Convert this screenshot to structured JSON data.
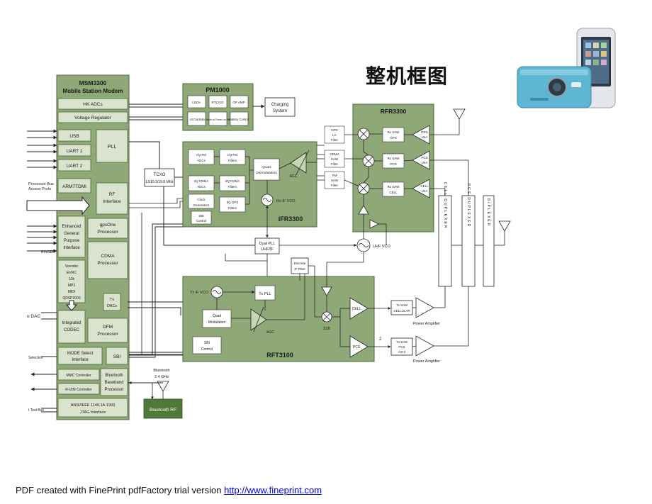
{
  "page_title": "整机框图",
  "footer": {
    "text": "PDF created with FinePrint pdfFactory trial version ",
    "link": "http://www.fineprint.com"
  },
  "msm": {
    "title1": "MSM3300",
    "title2": "Mobile Station Modem",
    "hk_adcs": "HK ADCs",
    "voltage_regulator": "Voltage Regulator",
    "usb": "USB",
    "uart1": "UART 1",
    "uart2": "UART 2",
    "arm": "ARM7TDMI",
    "pll": "PLL",
    "rf_interface1": "RF",
    "rf_interface2": "Interface",
    "egpi1": "Enhanced",
    "egpi2": "General",
    "egpi3": "Purpose",
    "egpi4": "Interface",
    "gpsone1": "gpsOne",
    "gpsone2": "Processor",
    "cdma1": "CDMA",
    "cdma2": "Processor",
    "vocoder1": "Vocoder",
    "vocoder2": "EVRC",
    "vocoder3": "13k",
    "vocoder4": "MP3",
    "vocoder5": "MIDI",
    "vocoder6": "QDSP2000",
    "txdacs1": "Tx",
    "txdacs2": "DACs",
    "codec1": "Integrated",
    "codec2": "CODEC",
    "dfm1": "DFM",
    "dfm2": "Processor",
    "mode1": "MODE Select",
    "mode2": "Interface",
    "sbi": "SBI",
    "mmc": "MMC Controller",
    "rim": "R-UIM Controller",
    "bt1": "Bluetooth",
    "bt2": "Baseband",
    "bt3": "Processor",
    "jtag1": "ANSI/IEEE 1149.1A-1993",
    "jtag2": "JTAG Interface",
    "ext_processor1": "Processor Bus",
    "ext_processor2": "Access Ports",
    "ext_ringer": "RINGER",
    "ext_dac": "o DAC",
    "ext_selection": "Selection",
    "ext_testbus": "t Test Bus"
  },
  "pm": {
    "title": "PM1000",
    "ldo": "LDOs",
    "rtc": "RTC/XO",
    "opamp": "OP AMP",
    "ui": "UI Control",
    "mode": "SL Mode w/ Power-on Reset",
    "battery": "Battery Control",
    "charging1": "Charging",
    "charging2": "System"
  },
  "tcxo": {
    "label1": "TCXO",
    "label2": "13/19.2/19.8 MHz"
  },
  "ifr": {
    "title": "IFR3300",
    "iqfm_adcs1": "I/Q FM",
    "iqfm_adcs2": "ADCs",
    "iqfm_filters1": "I/Q FM",
    "iqfm_filters2": "Filters",
    "iqcdma_adcs1": "I/Q CDMA",
    "iqcdma_adcs2": "ADCs",
    "iqcdma_filters1": "I/Q CDMA",
    "iqcdma_filters2": "Filters",
    "clock1": "Clock",
    "clock2": "Generators",
    "iqgps1": "I/Q GPS",
    "iqgps2": "Filters",
    "sbi1": "SBI",
    "sbi2": "Control",
    "quad1": "Quad",
    "quad2": "Demodulation",
    "agc": "AGC",
    "rxvco": "Rx IF VCO"
  },
  "rfr": {
    "title": "RFR3300",
    "gps_lc1": "GPS",
    "gps_lc2": "LC",
    "gps_lc3": "Filter",
    "cdma_saw1": "CDMA",
    "cdma_saw2": "SAW",
    "cdma_saw3": "Filter",
    "fm_saw1": "FM",
    "fm_saw2": "SAW",
    "fm_saw3": "Filter",
    "rxsaw_gps1": "Rx SAW",
    "rxsaw_gps2": "GPS",
    "rxsaw_pcs1": "Rx SAW",
    "rxsaw_pcs2": "PCS",
    "rxsaw_cell1": "Rx SAW",
    "rxsaw_cell2": "CELL",
    "gps_lna1": "GPS",
    "gps_lna2": "LNA",
    "pcs_lna1": "PCS",
    "pcs_lna2": "LNA",
    "cell_lna1": "CELL",
    "cell_lna2": "LNA",
    "uhfvco": "UHF VCO"
  },
  "duplexers": {
    "cell": "CELL DUPLEXER",
    "pcs": "PCS DUPLEXER",
    "diplexer": "DIPLEXER"
  },
  "dualpll": {
    "label1": "Dual PLL",
    "label2": "UHF/IF"
  },
  "disc": {
    "label1": "Discrete",
    "label2": "IF Filter"
  },
  "rft": {
    "title": "RFT3100",
    "txifvco": "Tx IF VCO",
    "txpll": "Tx PLL",
    "quad1": "Quad",
    "quad2": "Modulation",
    "agc": "AGC",
    "sbi1": "SBI",
    "sbi2": "Control",
    "ssb": "SSB",
    "cell": "CELL",
    "pcs": "PCS"
  },
  "txsaw_cell": {
    "label1": "Tx SAW",
    "label2": "CELLULAR"
  },
  "txsaw_pcs": {
    "label1": "Tx SAW",
    "label2": "PCS",
    "label3": "Ant 2"
  },
  "pa": {
    "label": "Power Amplifier"
  },
  "note_2": "2",
  "bluetooth": {
    "ant1": "Bluetooth",
    "ant2": "2.4 GHz",
    "rf": "Bluetooth RF"
  },
  "colors": {
    "block": "#8fa877",
    "block_dark": "#4f7a3a",
    "inner": "#ffffff",
    "sub": "#d9e3cd",
    "line": "#222222"
  }
}
